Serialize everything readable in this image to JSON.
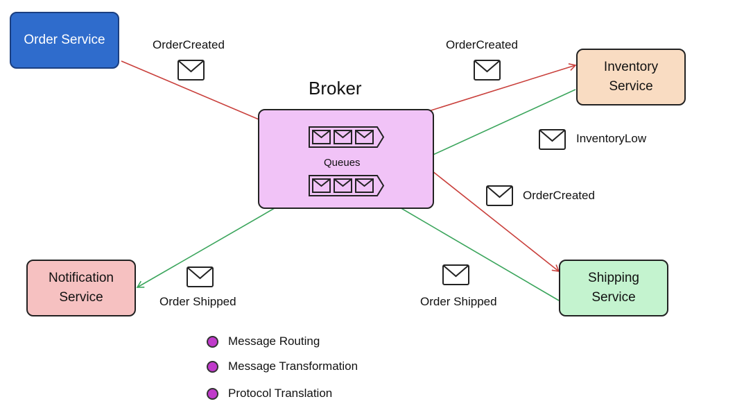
{
  "nodes": {
    "order_service": "Order Service",
    "inventory_service": "Inventory\nService",
    "notification_service": "Notification\nService",
    "shipping_service": "Shipping\nService"
  },
  "broker": {
    "title": "Broker",
    "queues_label": "Queues"
  },
  "messages": {
    "order_created_left": "OrderCreated",
    "order_created_top": "OrderCreated",
    "inventory_low": "InventoryLow",
    "order_created_right": "OrderCreated",
    "order_shipped_left": "Order Shipped",
    "order_shipped_right": "Order Shipped"
  },
  "legend": [
    "Message Routing",
    "Message Transformation",
    "Protocol Translation"
  ],
  "colors": {
    "red_arrow": "#c9403c",
    "green_arrow": "#3ba55c",
    "legend_dot": "#c03acb",
    "broker_fill": "#f1c3f7"
  },
  "icons": {
    "message": "envelope-icon",
    "queue_slot": "envelope-icon"
  }
}
